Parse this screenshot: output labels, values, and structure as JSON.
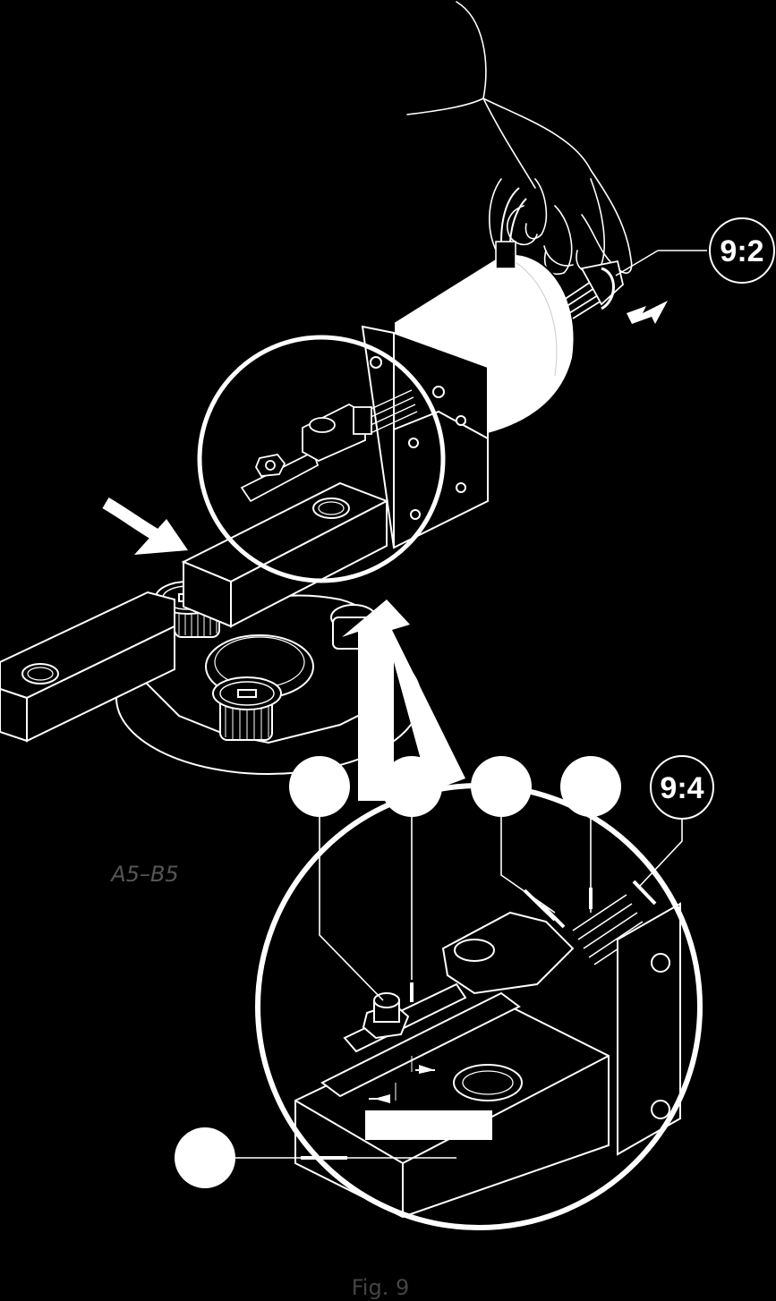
{
  "callouts": {
    "ref_a": "9:2",
    "ref_b": "9:4"
  },
  "variant_label": "A5–B5",
  "caption": "Fig. 9"
}
